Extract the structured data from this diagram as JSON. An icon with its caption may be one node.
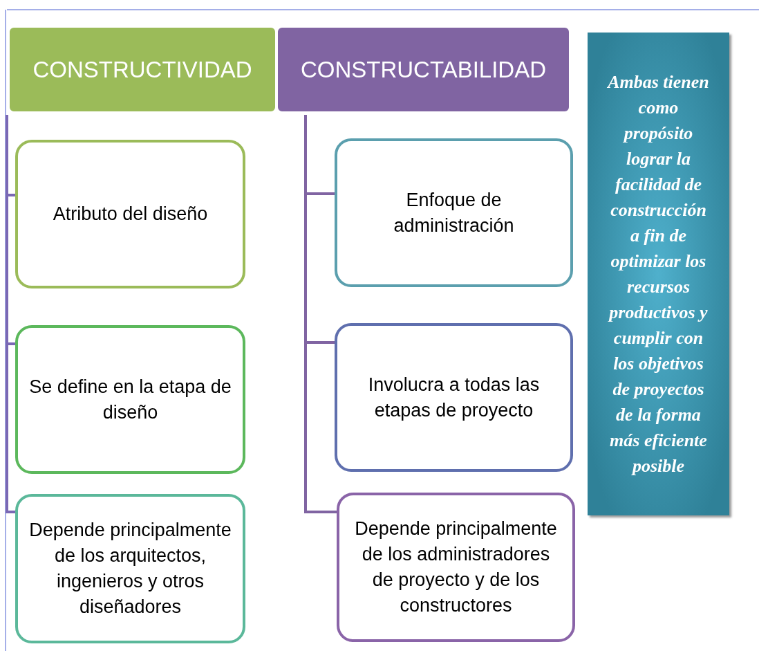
{
  "diagram": {
    "nodes": [
      {
        "text": [
          "CONSTRUCTIVIDAD"
        ]
      },
      {
        "text": [
          "CONSTRUCTABILIDAD"
        ]
      },
      {
        "text": [
          "Atributo del diseño"
        ]
      },
      {
        "text": [
          "Se define en la etapa de diseño"
        ]
      },
      {
        "text": [
          "Enfoque de administración"
        ]
      },
      {
        "text": [
          "Involucra a todas las etapas de proyecto"
        ]
      },
      {
        "text": [
          "Depende principalmente de los arquitectos, ingenieros y otros diseñadores"
        ]
      },
      {
        "text": [
          "Depende principalmente de los administradores de proyecto y de los constructores"
        ]
      },
      {
        "text": [
          "Ambas tienen como propósito lograr la facilidad de construcción a fin de optimizar los recursos productivos y cumplir con los objetivos de proyectos de la forma más eficiente posible"
        ]
      }
    ],
    "edges": [
      {
        "from": 0,
        "to": 2,
        "arrow": "none"
      },
      {
        "from": 0,
        "to": 3,
        "arrow": "none"
      },
      {
        "from": 0,
        "to": 6,
        "arrow": "none"
      },
      {
        "from": 1,
        "to": 4,
        "arrow": "none"
      },
      {
        "from": 1,
        "to": 5,
        "arrow": "none"
      },
      {
        "from": 1,
        "to": 7,
        "arrow": "none"
      }
    ]
  }
}
